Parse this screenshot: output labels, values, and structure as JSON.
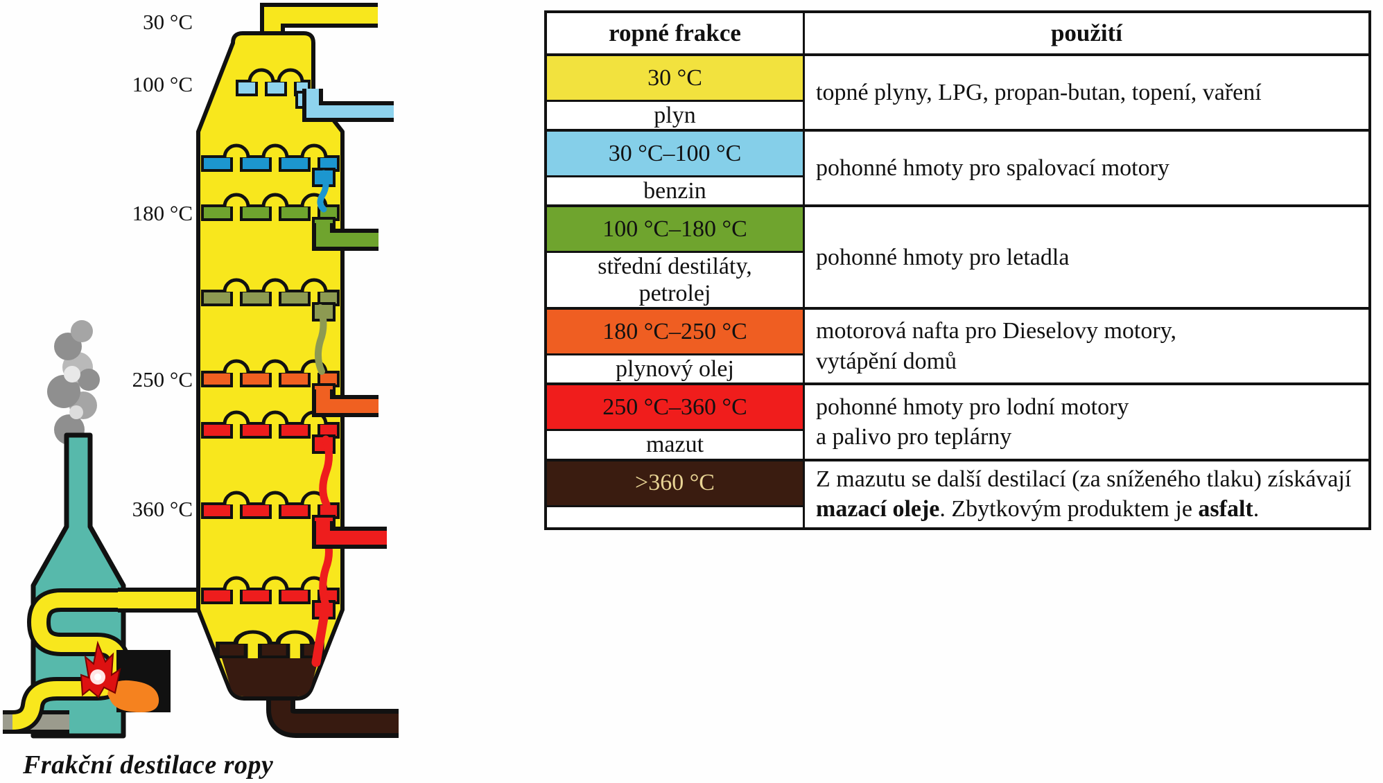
{
  "caption": "Frakční destilace ropy",
  "diagram": {
    "temp_labels": [
      "30 °C",
      "100 °C",
      "180 °C",
      "250 °C",
      "360 °C"
    ],
    "colors": {
      "tower": "#f8e71d",
      "gas_fraction": "#8ed3ee",
      "benzin_tray": "#1c96cf",
      "kerosene": "#6fa42e",
      "olive_distillate": "#8d9a52",
      "gasoil": "#f06021",
      "mazut": "#ee1d1d",
      "residue": "#371a10",
      "furnace": "#57b9ab",
      "flame": "#dd1111",
      "flame_core": "#ffe6e6",
      "oil_drop": "#f5821f",
      "crude_pipe": "#9b9b8d",
      "smoke": "#8f8f8f",
      "outline": "#111111"
    }
  },
  "table": {
    "headers": {
      "fraction": "ropné frakce",
      "use": "použití"
    },
    "rows": [
      {
        "band_label": "30 °C",
        "band_color": "#f2e23e",
        "band_text_color": "#111111",
        "name": "plyn",
        "use": "topné plyny, LPG, propan-butan, topení, vaření"
      },
      {
        "band_label": "30 °C–100 °C",
        "band_color": "#85cfe9",
        "band_text_color": "#111111",
        "name": "benzin",
        "use": "pohonné hmoty pro spalovací motory"
      },
      {
        "band_label": "100 °C–180 °C",
        "band_color": "#6fa42e",
        "band_text_color": "#111111",
        "name": "střední destiláty,\npetrolej",
        "use": "pohonné hmoty pro letadla"
      },
      {
        "band_label": "180 °C–250 °C",
        "band_color": "#ef5e22",
        "band_text_color": "#111111",
        "name": "plynový olej",
        "use": "motorová nafta pro Dieselovy motory,\nvytápění domů"
      },
      {
        "band_label": "250 °C–360 °C",
        "band_color": "#f01d1c",
        "band_text_color": "#111111",
        "name": "mazut",
        "use": "pohonné hmoty pro lodní motory\na palivo pro teplárny"
      },
      {
        "band_label": ">360 °C",
        "band_color": "#3a1c10",
        "band_text_color": "#e8d494",
        "name": "",
        "use_parts": {
          "p1": "Z mazutu se další destilací (za sníženého tlaku) získávají ",
          "b1": "mazací oleje",
          "p2": ". Zbytkovým produktem je ",
          "b2": "asfalt",
          "p3": "."
        }
      }
    ]
  }
}
